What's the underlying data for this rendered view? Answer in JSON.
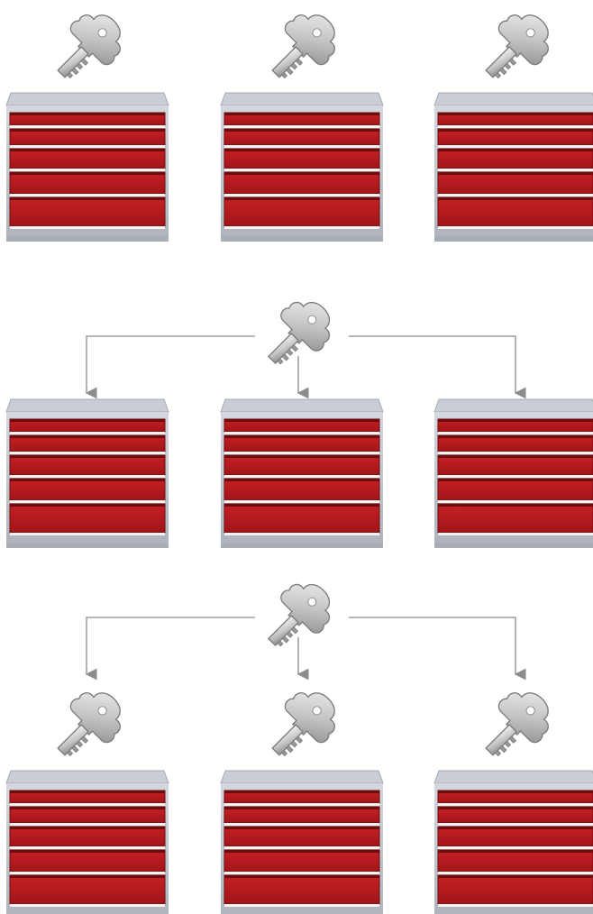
{
  "colors": {
    "background": "#ffffff",
    "cabinet_frame": "#b9bec6",
    "cabinet_top": "#c9ced6",
    "drawer_red": "#b3191d",
    "drawer_dark": "#6e0b0c",
    "drawer_highlight": "#f3f3f3",
    "key_light": "#e6e6e6",
    "key_dark": "#8a8a8a",
    "connector_line": "#8c8c8c"
  },
  "icons": {
    "key": "key-icon",
    "cabinet": "drawer-cabinet-icon",
    "arrow": "arrow-down-icon"
  },
  "scenes": [
    {
      "name": "individual-keys",
      "drawers_per_cabinet": 5,
      "cabinets": 3,
      "master_key": false,
      "cabinet_keys": true
    },
    {
      "name": "master-key-only",
      "drawers_per_cabinet": 5,
      "cabinets": 3,
      "master_key": true,
      "cabinet_keys": false
    },
    {
      "name": "master-and-individual-keys",
      "drawers_per_cabinet": 5,
      "cabinets": 3,
      "master_key": true,
      "cabinet_keys": true
    }
  ]
}
